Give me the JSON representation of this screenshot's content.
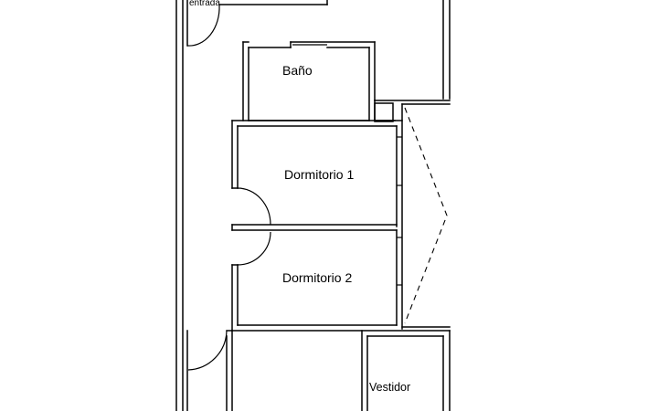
{
  "labels": {
    "entrada": "entrada",
    "bano": "Baño",
    "dormitorio_1": "Dormitorio 1",
    "dormitorio_2": "Dormitorio 2",
    "vestidor": "Vestidor"
  },
  "colors": {
    "line": "#000000",
    "background": "#ffffff"
  }
}
